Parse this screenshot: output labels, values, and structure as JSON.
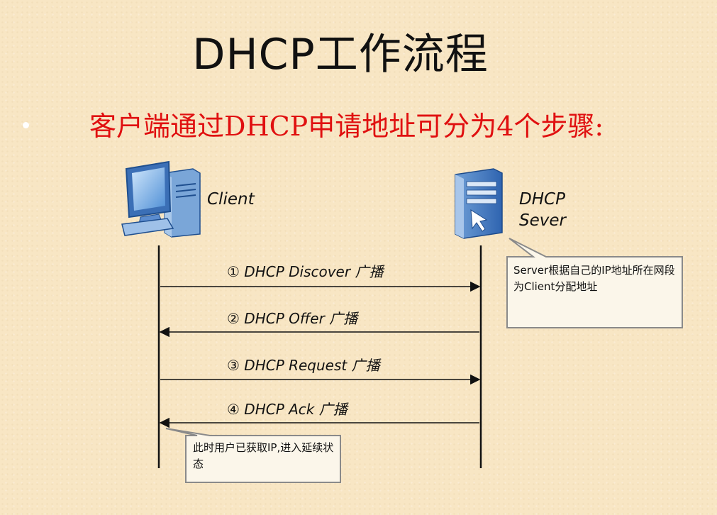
{
  "title": "DHCP工作流程",
  "subtitle": "客户端通过DHCP申请地址可分为4个步骤:",
  "entities": {
    "client": "Client",
    "server": "DHCP Sever"
  },
  "messages": [
    {
      "text": "① DHCP Discover 广播",
      "direction": "client-to-server"
    },
    {
      "text": "② DHCP Offer 广播",
      "direction": "server-to-client"
    },
    {
      "text": "③ DHCP Request 广播",
      "direction": "client-to-server"
    },
    {
      "text": "④ DHCP Ack 广播",
      "direction": "server-to-client"
    }
  ],
  "callouts": {
    "server_note": "Server根据自己的IP地址所在网段为Client分配地址",
    "client_note": "此时用户已获取IP,进入延续状态"
  },
  "colors": {
    "background": "#f8e6c4",
    "subtitle": "#e01010",
    "arrow": "#111111"
  }
}
